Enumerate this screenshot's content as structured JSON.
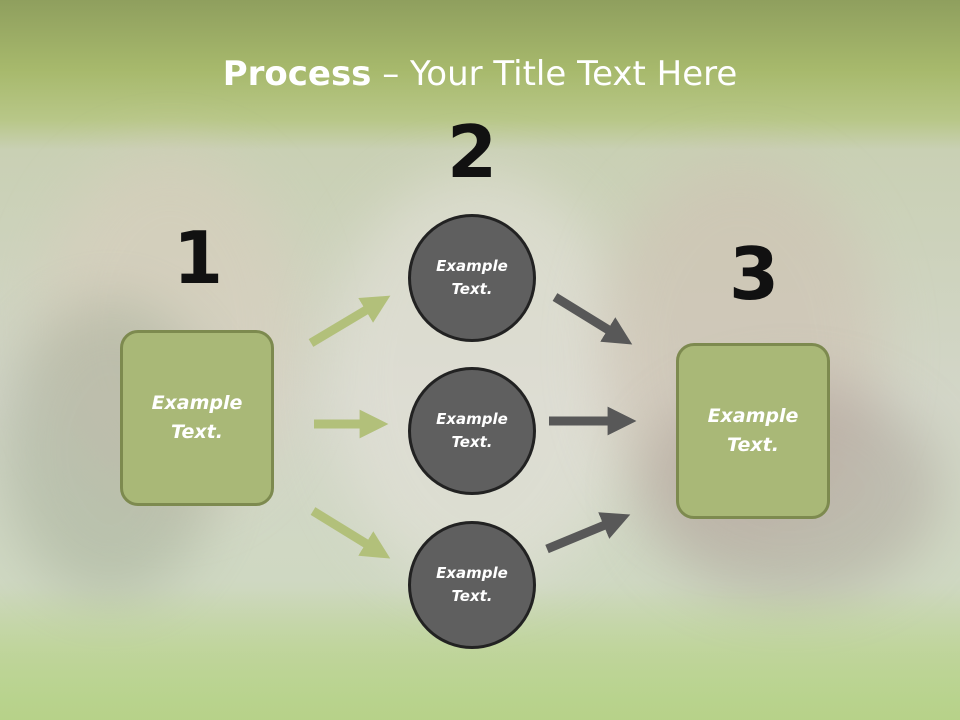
{
  "title": {
    "bold": "Process",
    "rest": " – Your Title Text Here"
  },
  "steps": [
    {
      "number": "1",
      "text": "Example Text."
    },
    {
      "number": "2",
      "items": [
        "Example Text.",
        "Example Text.",
        "Example Text."
      ]
    },
    {
      "number": "3",
      "text": "Example Text."
    }
  ],
  "colors": {
    "green_box": "#a9b877",
    "green_arrow": "#b2c07a",
    "gray_circle": "#5f5f5f",
    "gray_arrow": "#585858"
  }
}
